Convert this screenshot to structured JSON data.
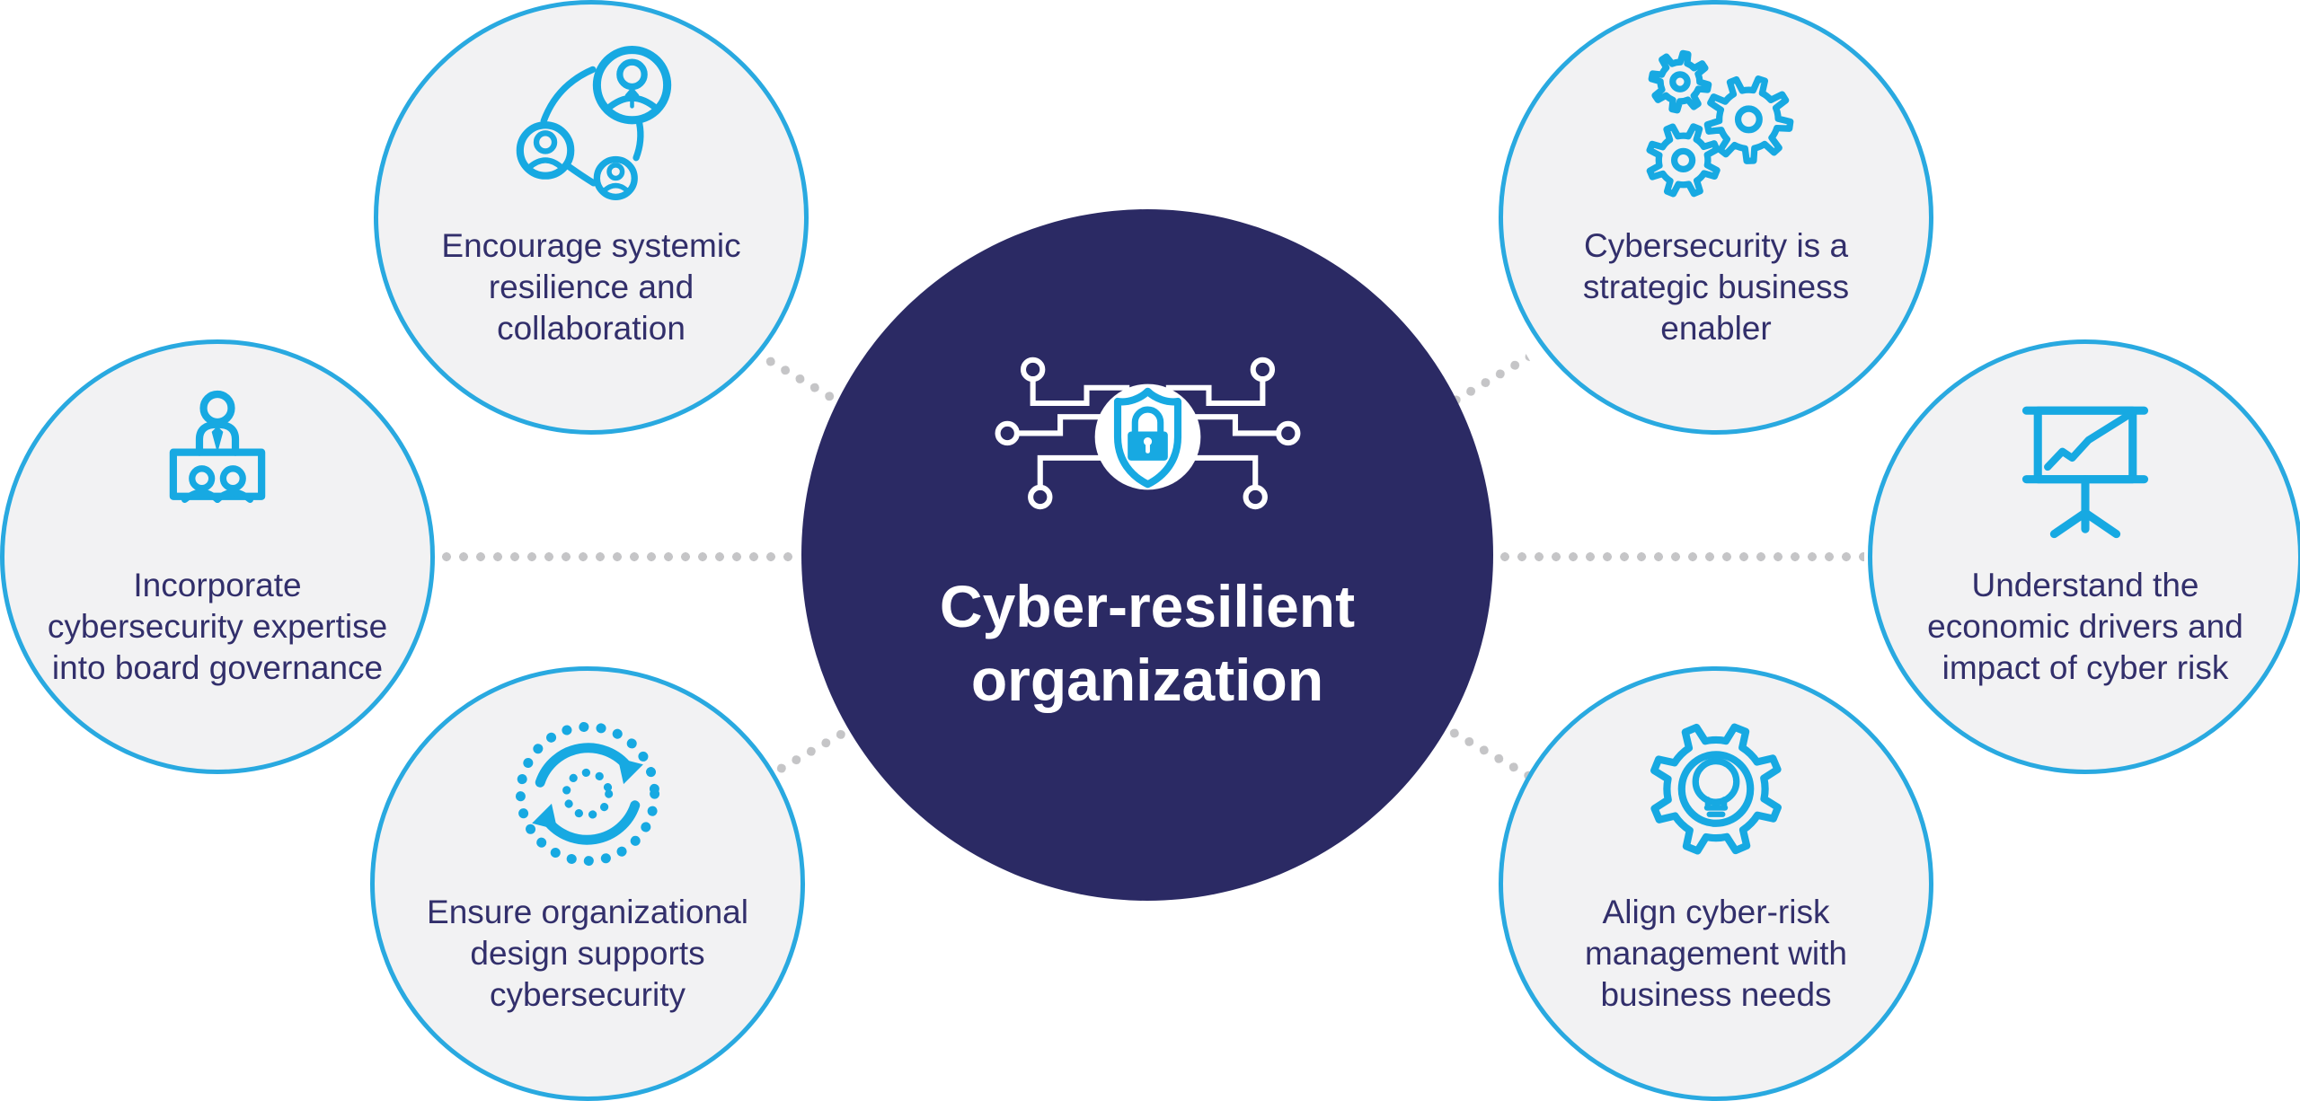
{
  "theme": {
    "accent": "#29ABE2",
    "accent_icon": "#17A9E2",
    "navy": "#2B2A64",
    "text_navy": "#322F6B",
    "satellite_fill": "#F2F2F3",
    "satellite_border": "#29A9E0",
    "dot_color": "#C5C5C7",
    "background": "#FFFFFF"
  },
  "center": {
    "icon": "shield-lock-network-icon",
    "title_lines": [
      "Cyber-resilient",
      "organization"
    ]
  },
  "satellites": [
    {
      "position": "top-left",
      "icon": "people-network-icon",
      "lines": [
        "Encourage systemic",
        "resilience and",
        "collaboration"
      ]
    },
    {
      "position": "left",
      "icon": "board-governance-icon",
      "lines": [
        "Incorporate",
        "cybersecurity expertise",
        "into board governance"
      ]
    },
    {
      "position": "bottom-left",
      "icon": "cycle-arrows-icon",
      "lines": [
        "Ensure organizational",
        "design supports",
        "cybersecurity"
      ]
    },
    {
      "position": "top-right",
      "icon": "gears-icon",
      "lines": [
        "Cybersecurity is a",
        "strategic business",
        "enabler"
      ]
    },
    {
      "position": "right",
      "icon": "presentation-chart-icon",
      "lines": [
        "Understand the",
        "economic drivers and",
        "impact of cyber risk"
      ]
    },
    {
      "position": "bottom-right",
      "icon": "gear-lightbulb-icon",
      "lines": [
        "Align cyber-risk",
        "management with",
        "business needs"
      ]
    }
  ]
}
